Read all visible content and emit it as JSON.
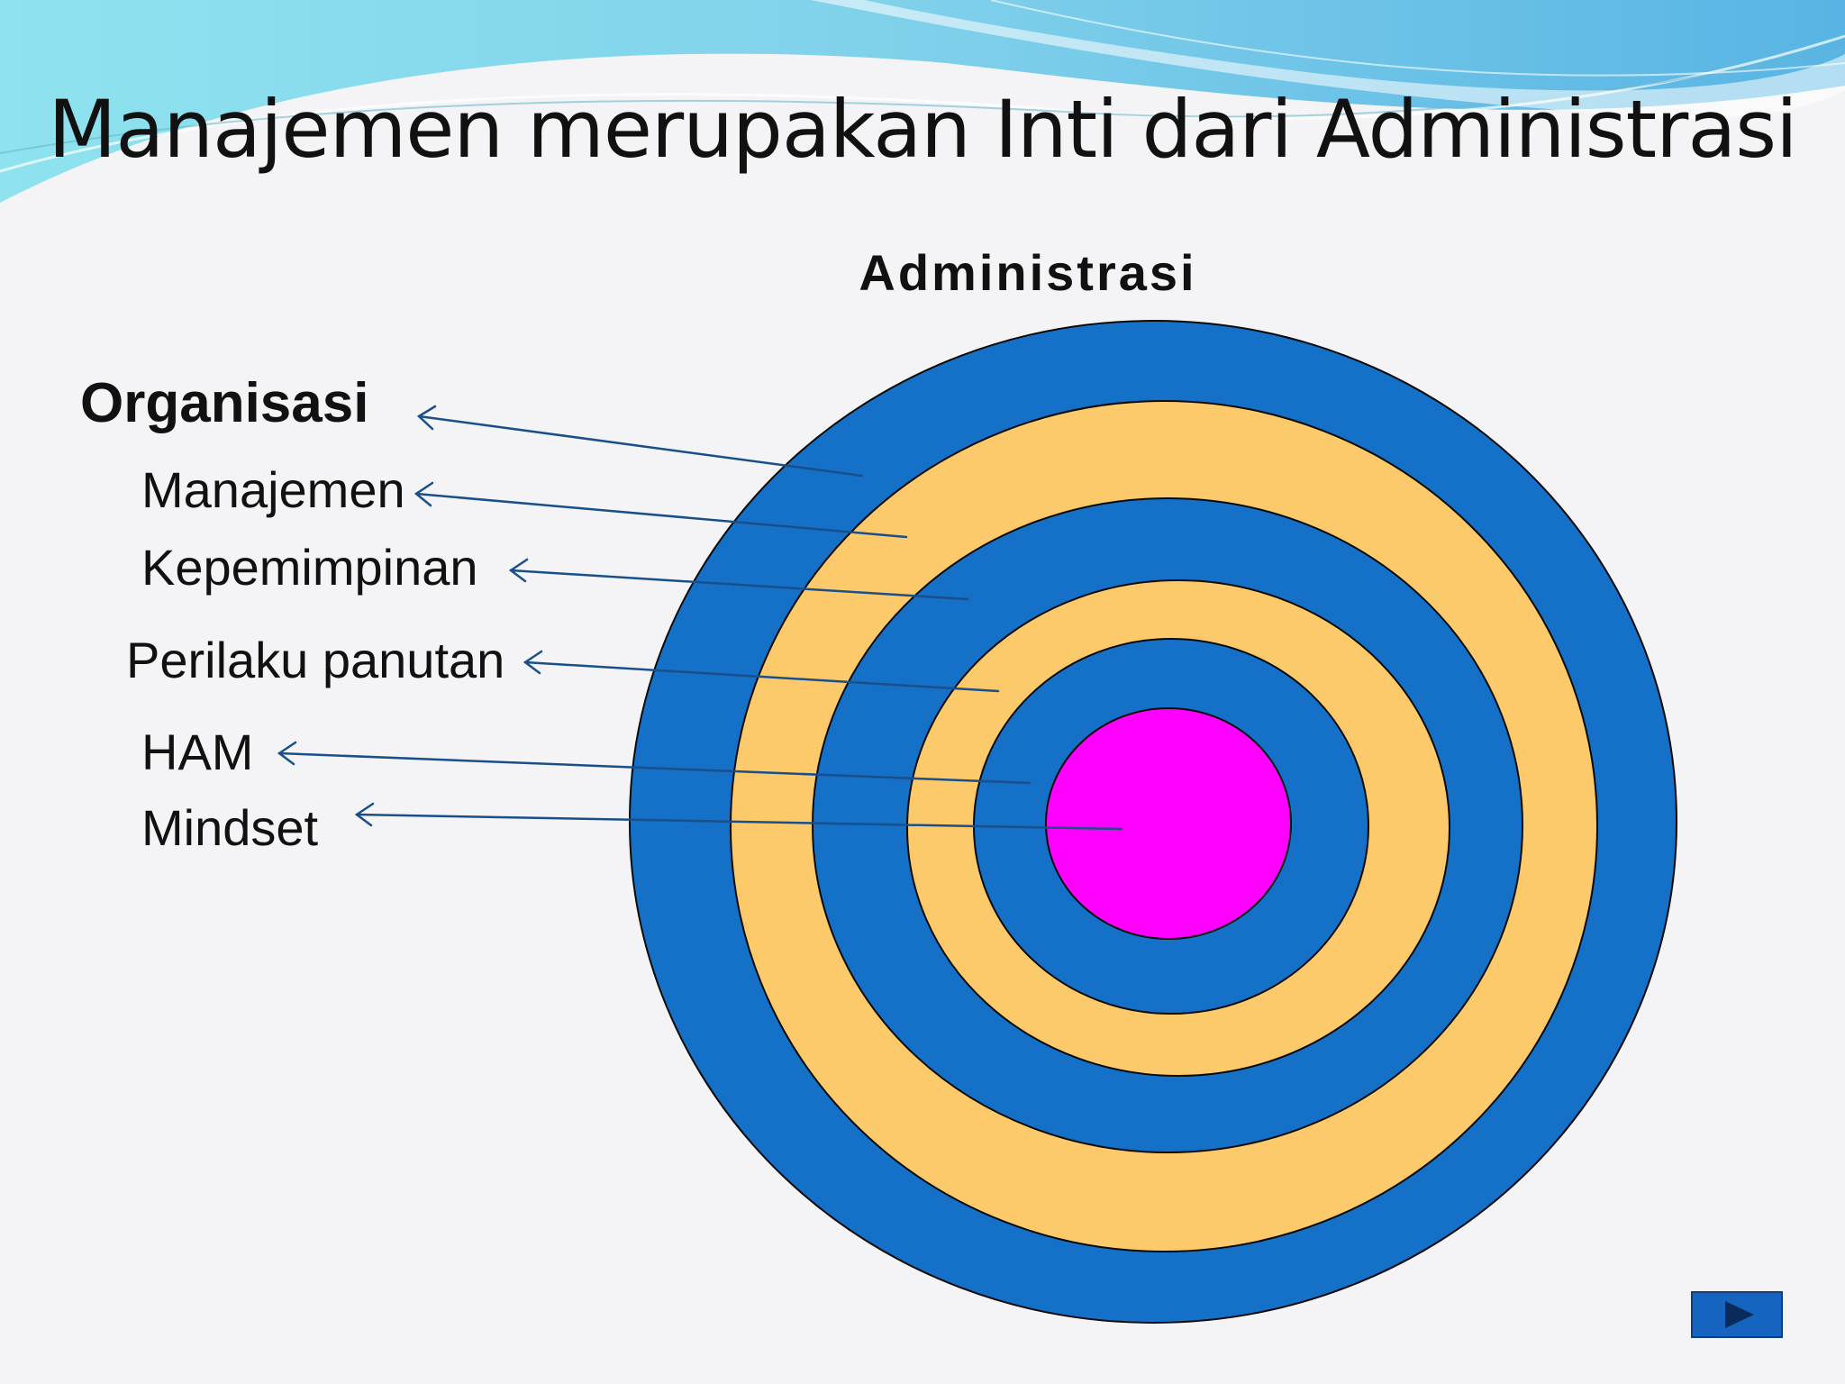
{
  "slide": {
    "title": "Manajemen merupakan Inti dari Administrasi"
  },
  "diagram": {
    "outer_label": "Administrasi",
    "layers": [
      {
        "label": "Organisasi",
        "emphasis": "bold",
        "ring_color": "#1570c8"
      },
      {
        "label": "Manajemen",
        "emphasis": "normal",
        "ring_color": "#fdca6b"
      },
      {
        "label": "Kepemimpinan",
        "emphasis": "normal",
        "ring_color": "#1570c8"
      },
      {
        "label": "Perilaku panutan",
        "emphasis": "normal",
        "ring_color": "#fdca6b"
      },
      {
        "label": "HAM",
        "emphasis": "normal",
        "ring_color": "#1570c8"
      },
      {
        "label": "Mindset",
        "emphasis": "normal",
        "ring_color": "#ff00ff"
      }
    ]
  },
  "navigation": {
    "next_icon": "play-triangle-icon"
  },
  "colors": {
    "blue_ring": "#1570c8",
    "gold_ring": "#fdca6b",
    "core": "#ff00ff",
    "arrow": "#1a4f8a",
    "nav_button": "#1565c0"
  }
}
